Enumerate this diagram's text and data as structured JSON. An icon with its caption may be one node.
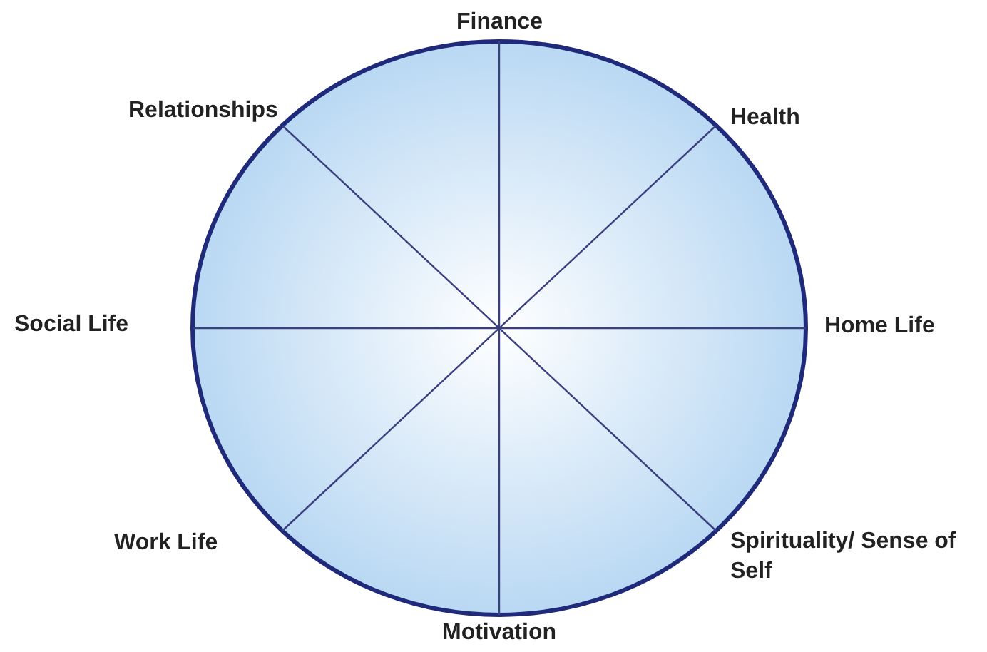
{
  "diagram": {
    "labels": [
      "Finance",
      "Relationships",
      "Health",
      "Social Life",
      "Home Life",
      "Work Life",
      "Spirituality/ Sense of Self",
      "Motivation"
    ]
  }
}
